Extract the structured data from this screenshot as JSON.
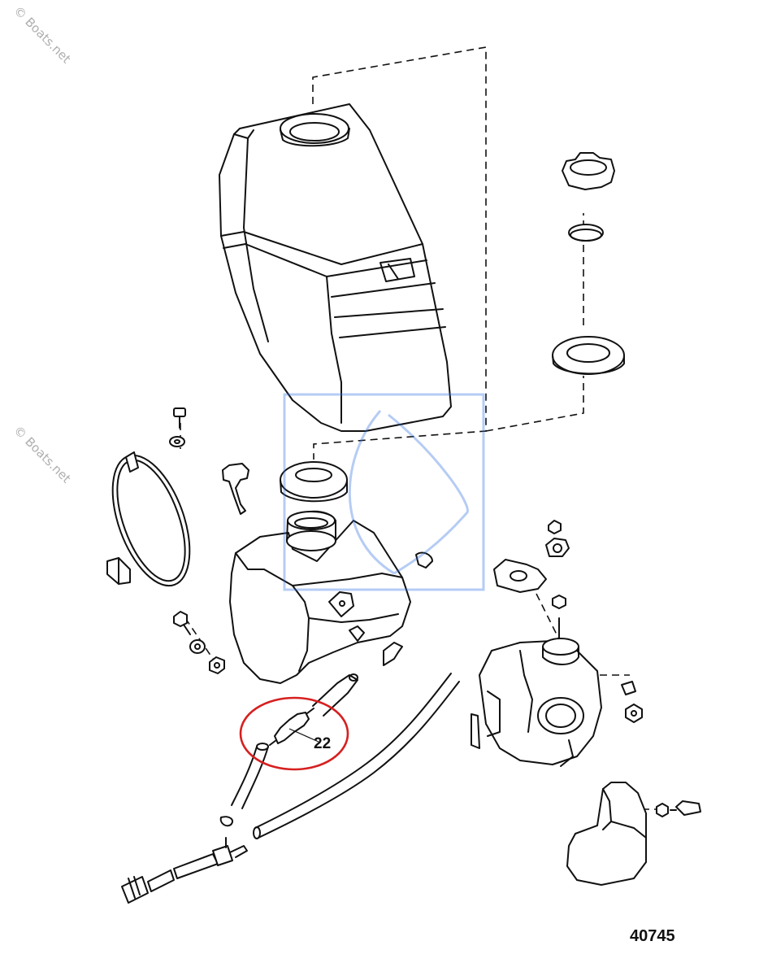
{
  "watermark": {
    "text": "© Boats.net"
  },
  "callout": {
    "part_number": "22",
    "highlight_color": "#d62020"
  },
  "figure": {
    "number": "40745"
  },
  "colors": {
    "ink": "#111111",
    "watermark_logo": "#2f6fe0"
  }
}
